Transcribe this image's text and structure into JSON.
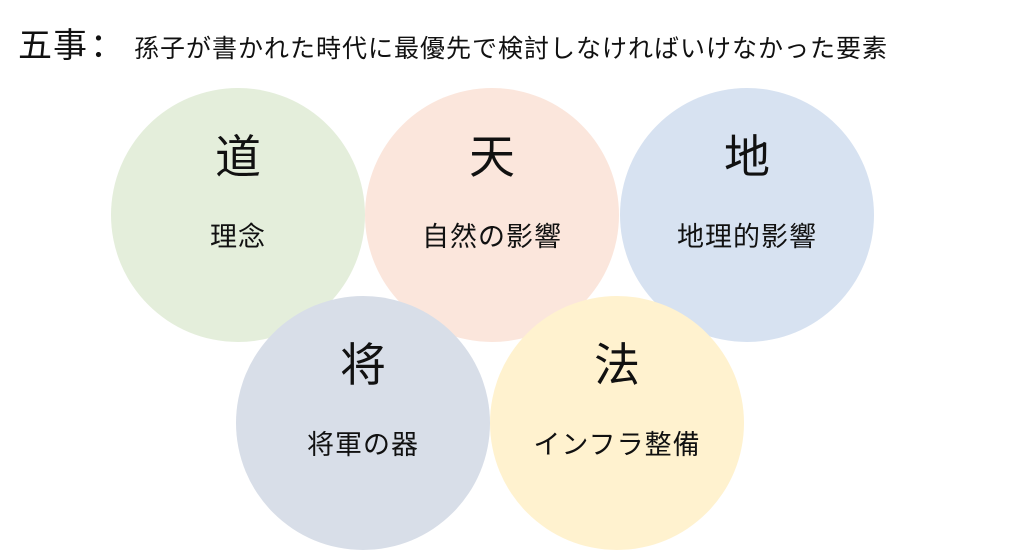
{
  "title": {
    "main": "五事",
    "colon": "：",
    "subtitle": "孫子が書かれた時代に最優先で検討しなければいけなかった要素"
  },
  "elements": [
    {
      "label": "道",
      "description": "理念",
      "color": "#e4eedb"
    },
    {
      "label": "天",
      "description": "自然の影響",
      "color": "#fbe6dc"
    },
    {
      "label": "地",
      "description": "地理的影響",
      "color": "#d7e2f1"
    },
    {
      "label": "将",
      "description": "将軍の器",
      "color": "#d8dee8"
    },
    {
      "label": "法",
      "description": "インフラ整備",
      "color": "#fff2cf"
    }
  ]
}
